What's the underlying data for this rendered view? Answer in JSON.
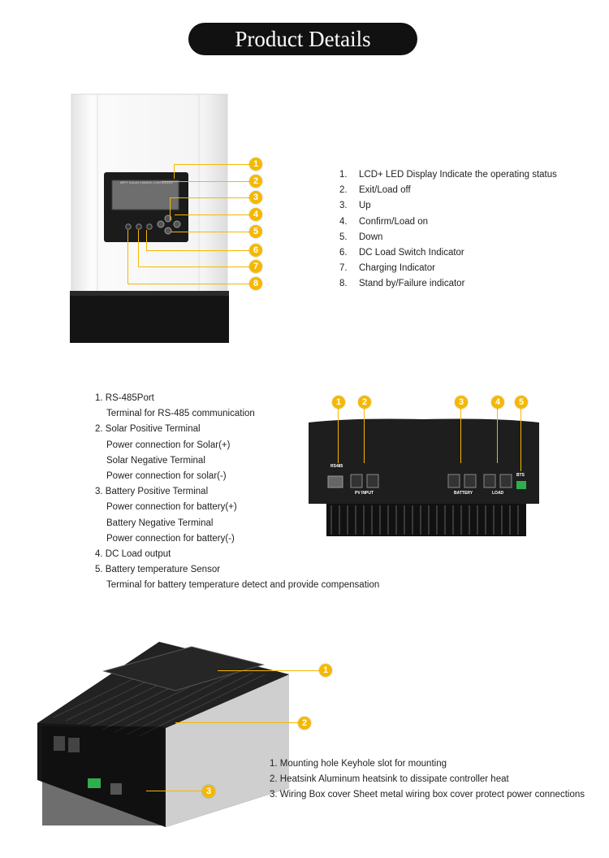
{
  "header": {
    "title": "Product Details"
  },
  "section1": {
    "device_panel_text": "MPPT SOLAR CHARGE CONTROLLER",
    "callouts": [
      "1",
      "2",
      "3",
      "4",
      "5",
      "6",
      "7",
      "8"
    ],
    "items": [
      {
        "num": "1.",
        "text": "LCD+ LED Display Indicate the operating status"
      },
      {
        "num": "2.",
        "text": "Exit/Load off"
      },
      {
        "num": "3.",
        "text": "Up"
      },
      {
        "num": "4.",
        "text": "Confirm/Load on"
      },
      {
        "num": "5.",
        "text": "Down"
      },
      {
        "num": "6.",
        "text": "DC Load Switch Indicator"
      },
      {
        "num": "7.",
        "text": "Charging Indicator"
      },
      {
        "num": "8.",
        "text": "Stand by/Failure indicator"
      }
    ]
  },
  "section2": {
    "callouts": [
      "1",
      "2",
      "3",
      "4",
      "5"
    ],
    "terminal_labels": {
      "rs485": "RS485",
      "pv_input": "PV INPUT",
      "battery": "BATTERY",
      "load": "LOAD",
      "bts": "BTS"
    },
    "items": [
      {
        "text": "1. RS-485Port",
        "indent": false
      },
      {
        "text": "Terminal for RS-485 communication",
        "indent": true
      },
      {
        "text": "2. Solar Positive Terminal",
        "indent": false
      },
      {
        "text": "Power connection for Solar(+)",
        "indent": true
      },
      {
        "text": "Solar Negative Terminal",
        "indent": true
      },
      {
        "text": "Power connection for solar(-)",
        "indent": true
      },
      {
        "text": "3. Battery Positive Terminal",
        "indent": false
      },
      {
        "text": "Power connection for battery(+)",
        "indent": true
      },
      {
        "text": "Battery Negative Terminal",
        "indent": true
      },
      {
        "text": "Power connection for battery(-)",
        "indent": true
      },
      {
        "text": "4. DC Load output",
        "indent": false
      },
      {
        "text": "5. Battery temperature Sensor",
        "indent": false
      },
      {
        "text": "Terminal for battery temperature detect and provide compensation",
        "indent": true
      }
    ]
  },
  "section3": {
    "callouts": [
      "1",
      "2",
      "3"
    ],
    "items": [
      "1. Mounting hole Keyhole slot for mounting",
      "2. Heatsink Aluminum heatsink to dissipate controller heat",
      "3. Wiring Box cover Sheet metal wiring box cover protect power connections"
    ]
  },
  "colors": {
    "accent": "#f5b800",
    "pill": "#111111",
    "device_body": "#f1f1f1",
    "heatsink": "#1a1a1a"
  }
}
